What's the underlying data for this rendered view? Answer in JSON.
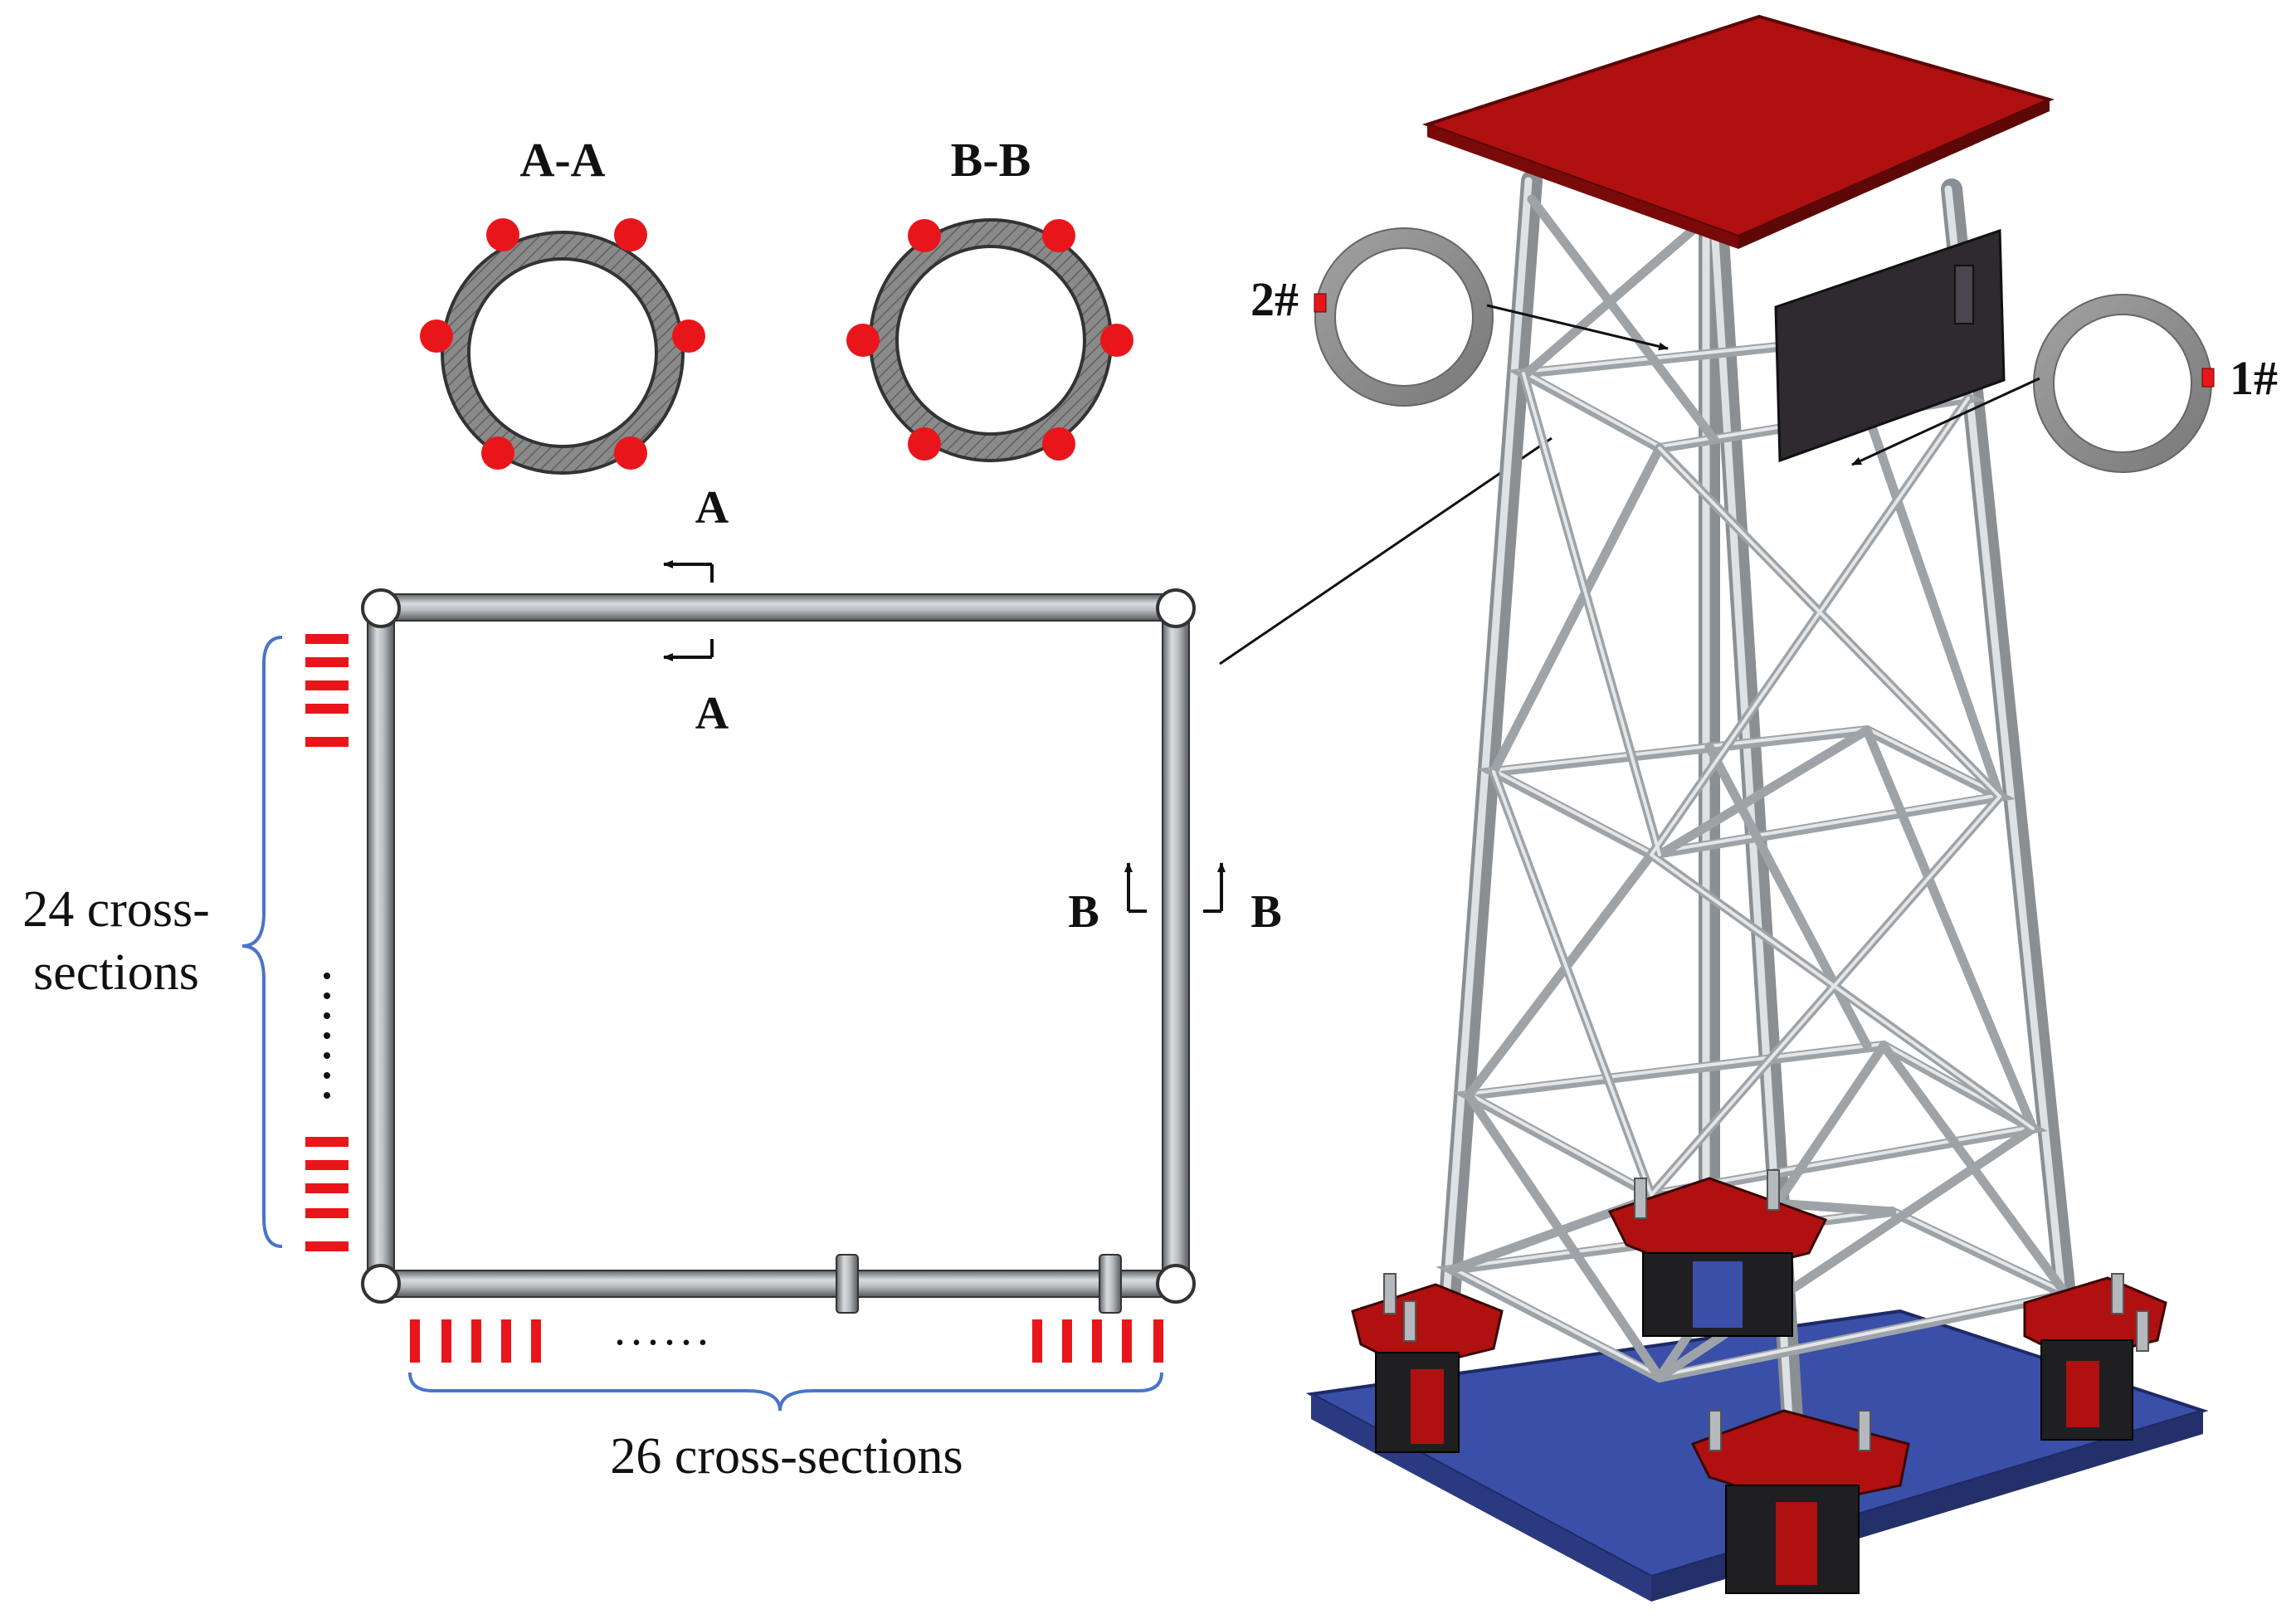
{
  "sections": {
    "aa_title": "A-A",
    "bb_title": "B-B"
  },
  "frame": {
    "cut_a_label": "A",
    "cut_b_label": "B",
    "vertical_count_line1": "24 cross-",
    "vertical_count_line2": "sections",
    "horizontal_count": "26 cross-sections",
    "dots_horizontal": "......"
  },
  "jacket": {
    "gauge_1": "1#",
    "gauge_2": "2#"
  },
  "colors": {
    "gauge_red": "#e8161b",
    "deck_red": "#b01010",
    "base_blue": "#3a4fa8",
    "brace_gray": "#b5b9bd",
    "brace_gray_dark": "#7e8388",
    "ring_gray": "#8c8c8c",
    "bracket_blue": "#4a74c9"
  },
  "icons": {
    "section_ring": "ring-cross-section-icon",
    "sensor_dot": "strain-gauge-dot-icon"
  }
}
